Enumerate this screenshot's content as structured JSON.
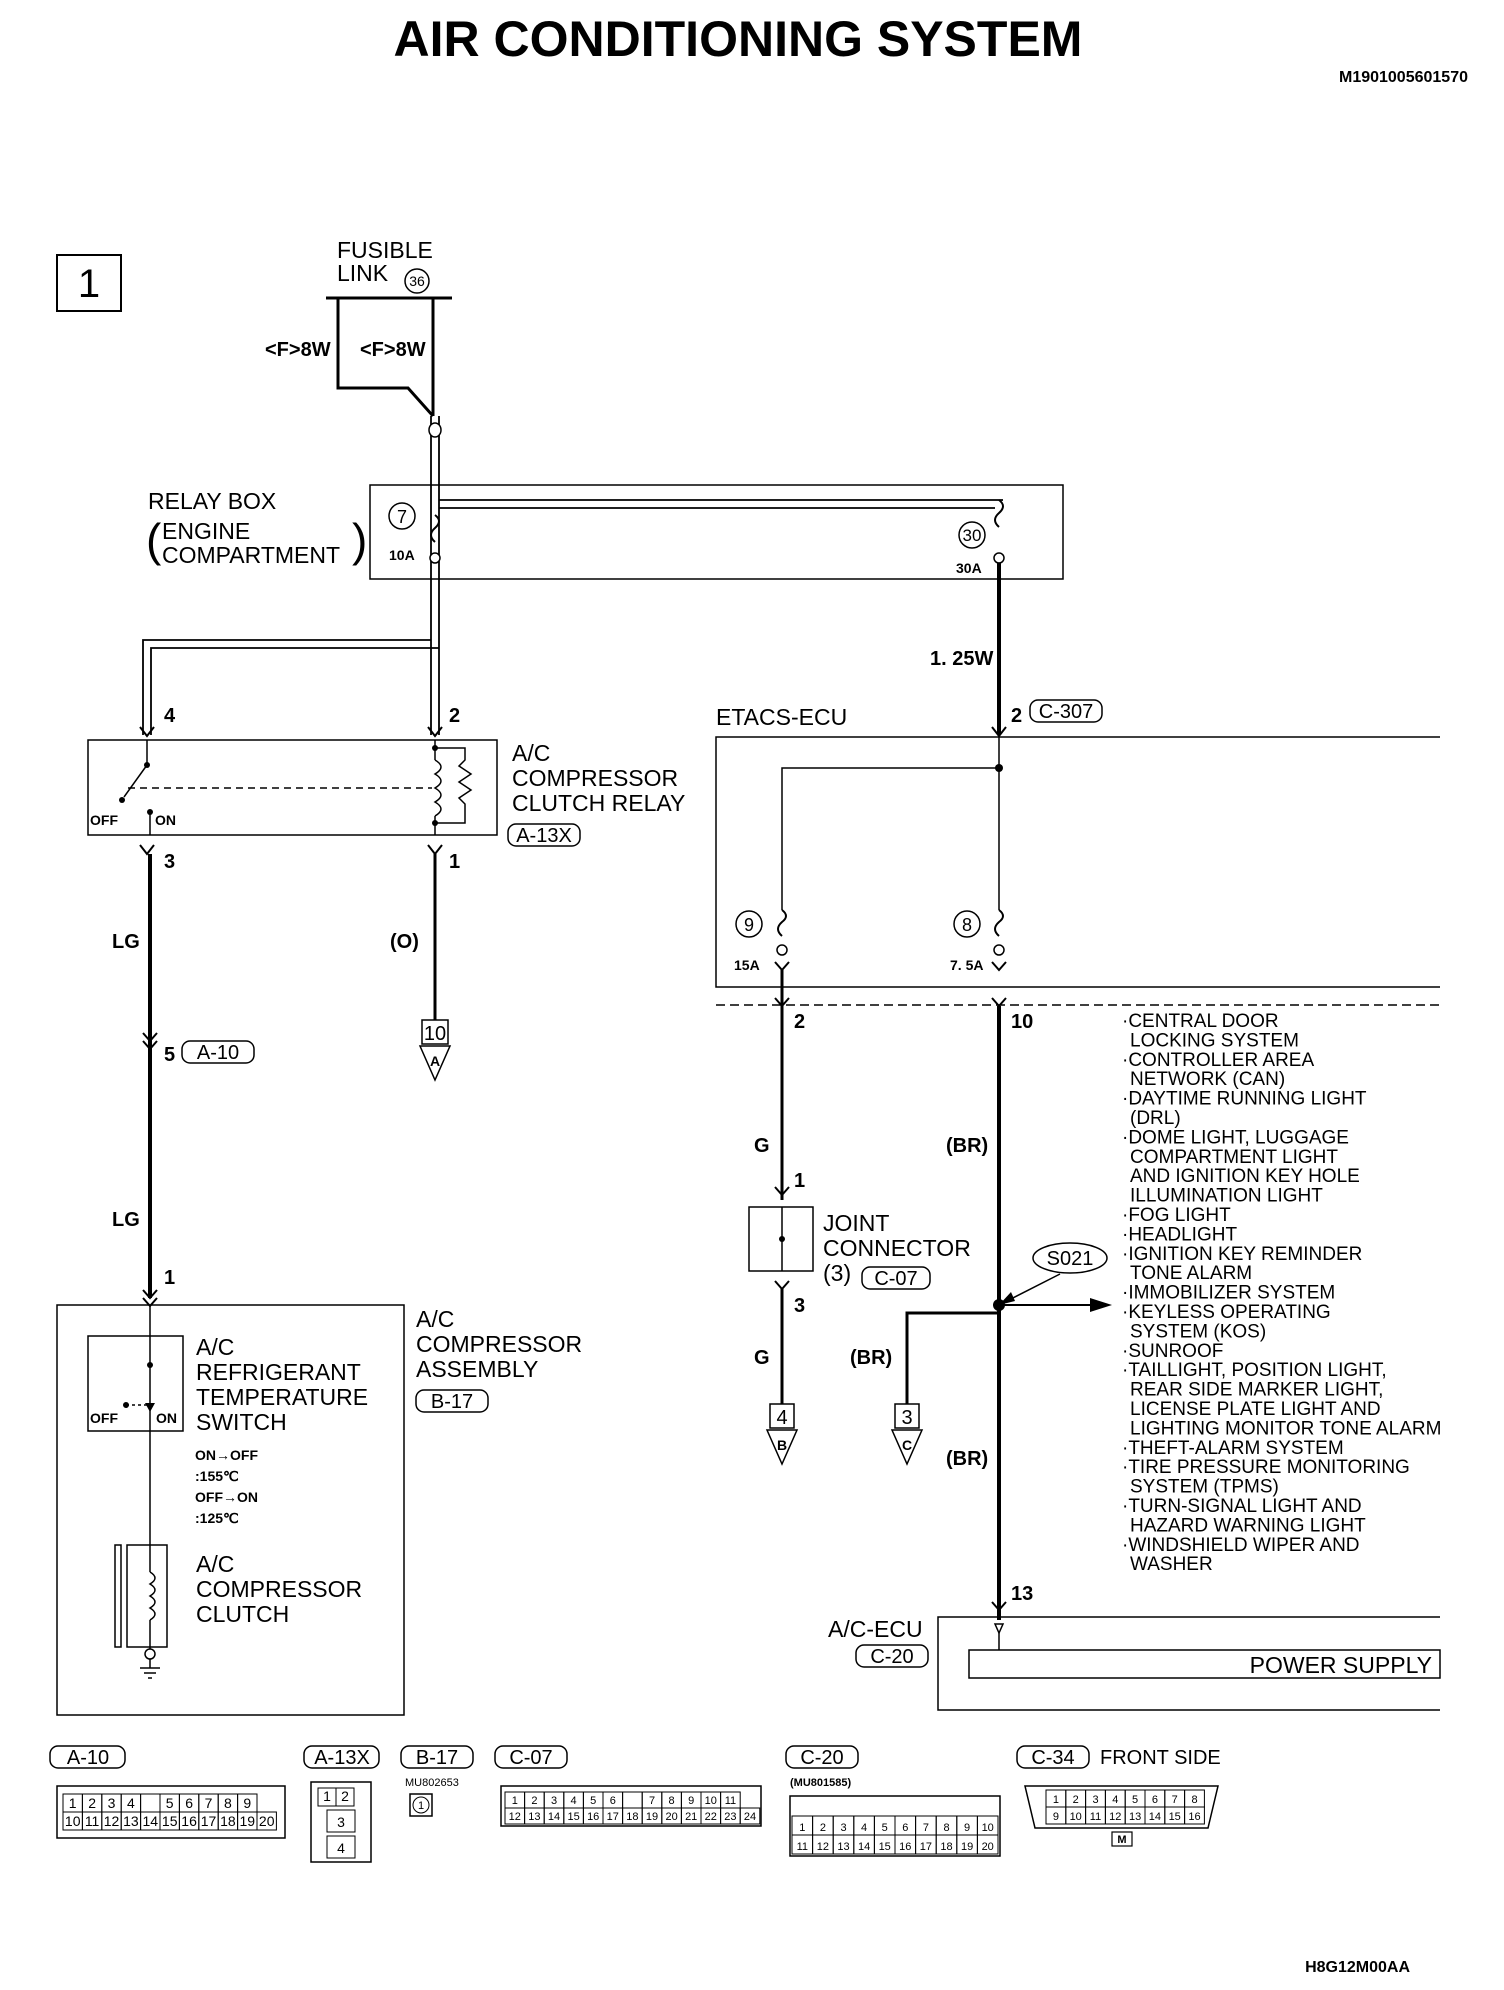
{
  "title": "AIR CONDITIONING SYSTEM",
  "doc_code": "M1901005601570",
  "figure_code": "H8G12M00AA",
  "page_number": "1",
  "fusible_link": {
    "line1": "FUSIBLE",
    "line2": "LINK",
    "number": "36",
    "wire_left": "<F>8W",
    "wire_right": "<F>8W"
  },
  "relay_box": {
    "line1": "RELAY BOX",
    "line2": "ENGINE",
    "line3": "COMPARTMENT",
    "fuse7_num": "7",
    "fuse7_rating": "10A",
    "fuse30_num": "30",
    "fuse30_rating": "30A"
  },
  "wire_125W": "1. 25W",
  "relay": {
    "line1": "A/C",
    "line2": "COMPRESSOR",
    "line3": "CLUTCH RELAY",
    "connector": "A-13X",
    "pin4": "4",
    "pin2": "2",
    "pin3": "3",
    "pin1": "1",
    "off": "OFF",
    "on": "ON"
  },
  "wire_lg": "LG",
  "wire_o": "(O)",
  "conn_a10_pin": "5",
  "conn_a10": "A-10",
  "ref_a": {
    "num": "10",
    "letter": "A"
  },
  "wire_lg2": "LG",
  "pin_1_assembly": "1",
  "assembly": {
    "line1": "A/C",
    "line2": "COMPRESSOR",
    "line3": "ASSEMBLY",
    "connector": "B-17"
  },
  "temp_switch": {
    "line1": "A/C",
    "line2": "REFRIGERANT",
    "line3": "TEMPERATURE",
    "line4": "SWITCH",
    "off": "OFF",
    "on": "ON",
    "c1": "ON→OFF",
    "c2": ":155℃",
    "c3": "OFF→ON",
    "c4": ":125℃"
  },
  "clutch": {
    "line1": "A/C",
    "line2": "COMPRESSOR",
    "line3": "CLUTCH"
  },
  "etacs": {
    "label": "ETACS-ECU",
    "pin2": "2",
    "connector": "C-307",
    "fuse9_num": "9",
    "fuse9_rating": "15A",
    "fuse8_num": "8",
    "fuse8_rating": "7. 5A",
    "out_pin2": "2",
    "out_pin10": "10"
  },
  "wire_g": "G",
  "wire_br": "(BR)",
  "joint": {
    "pin1": "1",
    "line1": "JOINT",
    "line2": "CONNECTOR",
    "num": "(3)",
    "connector": "C-07",
    "pin3": "3"
  },
  "wire_g2": "G",
  "wire_br2": "(BR)",
  "wire_br3": "(BR)",
  "splice": "S021",
  "ref_b": {
    "num": "4",
    "letter": "B"
  },
  "ref_c": {
    "num": "3",
    "letter": "C"
  },
  "features": [
    "·CENTRAL DOOR",
    "LOCKING SYSTEM",
    "·CONTROLLER AREA",
    "NETWORK (CAN)",
    "·DAYTIME RUNNING LIGHT",
    "(DRL)",
    "·DOME LIGHT, LUGGAGE",
    "COMPARTMENT LIGHT",
    "AND IGNITION KEY HOLE",
    "ILLUMINATION LIGHT",
    "·FOG LIGHT",
    "·HEADLIGHT",
    "·IGNITION KEY REMINDER",
    "TONE ALARM",
    "·IMMOBILIZER SYSTEM",
    "·KEYLESS OPERATING",
    "SYSTEM (KOS)",
    "·SUNROOF",
    "·TAILLIGHT, POSITION LIGHT,",
    "REAR SIDE MARKER LIGHT,",
    "LICENSE PLATE LIGHT AND",
    "LIGHTING MONITOR TONE ALARM",
    "·THEFT-ALARM SYSTEM",
    "·TIRE PRESSURE MONITORING",
    "SYSTEM (TPMS)",
    "·TURN-SIGNAL LIGHT AND",
    "HAZARD WARNING LIGHT",
    "·WINDSHIELD WIPER AND",
    "WASHER"
  ],
  "ac_ecu": {
    "pin": "13",
    "label": "A/C-ECU",
    "connector": "C-20",
    "power_supply": "POWER SUPPLY"
  },
  "connectors": {
    "a10": {
      "label": "A-10",
      "row1": [
        "1",
        "2",
        "3",
        "4",
        "",
        "5",
        "6",
        "7",
        "8",
        "9"
      ],
      "row2": [
        "10",
        "11",
        "12",
        "13",
        "14",
        "15",
        "16",
        "17",
        "18",
        "19",
        "20"
      ]
    },
    "a13x": {
      "label": "A-13X",
      "pins": [
        "1",
        "2",
        "3",
        "4"
      ]
    },
    "b17": {
      "label": "B-17",
      "part": "MU802653",
      "pin": "1"
    },
    "c07": {
      "label": "C-07",
      "row1": [
        "1",
        "2",
        "3",
        "4",
        "5",
        "6",
        "",
        "7",
        "8",
        "9",
        "10",
        "11"
      ],
      "row2": [
        "12",
        "13",
        "14",
        "15",
        "16",
        "17",
        "18",
        "19",
        "20",
        "21",
        "22",
        "23",
        "24"
      ]
    },
    "c20": {
      "label": "C-20",
      "part": "(MU801585)",
      "row1": [
        "1",
        "2",
        "3",
        "4",
        "5",
        "6",
        "7",
        "8",
        "9",
        "10"
      ],
      "row2": [
        "11",
        "12",
        "13",
        "14",
        "15",
        "16",
        "17",
        "18",
        "19",
        "20"
      ]
    },
    "c34": {
      "label": "C-34",
      "side": "FRONT SIDE",
      "row1": [
        "1",
        "2",
        "3",
        "4",
        "5",
        "6",
        "7",
        "8"
      ],
      "row2": [
        "9",
        "10",
        "11",
        "12",
        "13",
        "14",
        "15",
        "16"
      ],
      "mark": "M"
    }
  },
  "colors": {
    "ink": "#000000",
    "paper": "#ffffff"
  }
}
